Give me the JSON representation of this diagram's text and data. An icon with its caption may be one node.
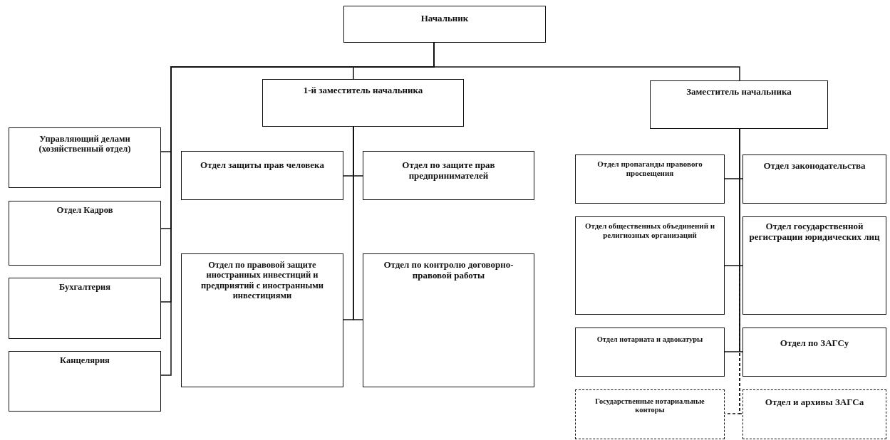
{
  "diagram": {
    "nodes": [
      {
        "text": [
          "Начальник"
        ]
      },
      {
        "text": [
          "1-й заместитель начальника"
        ]
      },
      {
        "text": [
          "Заместитель начальника"
        ]
      },
      {
        "text": [
          "Управляющий делами (хозяйственный отдел)"
        ]
      },
      {
        "text": [
          "Отдел Кадров"
        ]
      },
      {
        "text": [
          "Бухгалтерия"
        ]
      },
      {
        "text": [
          "Канцелярия"
        ]
      },
      {
        "text": [
          "Отдел защиты прав человека"
        ]
      },
      {
        "text": [
          "Отдел по защите прав предпринимателей"
        ]
      },
      {
        "text": [
          "Отдел по правовой защите иностранных инвестиций и предприятий с иностранными инвестициями"
        ]
      },
      {
        "text": [
          "Отдел по контролю договорно-правовой работы"
        ]
      },
      {
        "text": [
          "Отдел пропаганды правового просвещения"
        ]
      },
      {
        "text": [
          "Отдел законодательства"
        ]
      },
      {
        "text": [
          "Отдел общественных объединений и религиозных организаций"
        ]
      },
      {
        "text": [
          "Отдел государственной регистрации юридических лиц"
        ]
      },
      {
        "text": [
          "Отдел нотариата и адвокатуры"
        ]
      },
      {
        "text": [
          "Отдел по ЗАГСу"
        ]
      },
      {
        "text": [
          "Государственные нотариальные конторы"
        ]
      },
      {
        "text": [
          "Отдел и архивы ЗАГСа"
        ]
      }
    ],
    "edges": [
      {
        "from": 0,
        "to": 1,
        "arrow": "none"
      },
      {
        "from": 0,
        "to": 2,
        "arrow": "none"
      },
      {
        "from": 0,
        "to": 3,
        "arrow": "none"
      },
      {
        "from": 0,
        "to": 4,
        "arrow": "none"
      },
      {
        "from": 0,
        "to": 5,
        "arrow": "none"
      },
      {
        "from": 0,
        "to": 6,
        "arrow": "none"
      },
      {
        "from": 1,
        "to": 7,
        "arrow": "none"
      },
      {
        "from": 1,
        "to": 8,
        "arrow": "none"
      },
      {
        "from": 1,
        "to": 9,
        "arrow": "none"
      },
      {
        "from": 1,
        "to": 10,
        "arrow": "none"
      },
      {
        "from": 2,
        "to": 11,
        "arrow": "none"
      },
      {
        "from": 2,
        "to": 12,
        "arrow": "none"
      },
      {
        "from": 2,
        "to": 13,
        "arrow": "none"
      },
      {
        "from": 2,
        "to": 14,
        "arrow": "none"
      },
      {
        "from": 2,
        "to": 15,
        "arrow": "none"
      },
      {
        "from": 2,
        "to": 16,
        "arrow": "none"
      },
      {
        "from": 2,
        "to": 17,
        "arrow": "none",
        "style": "dashed"
      },
      {
        "from": 2,
        "to": 18,
        "arrow": "none",
        "style": "dashed"
      }
    ]
  }
}
